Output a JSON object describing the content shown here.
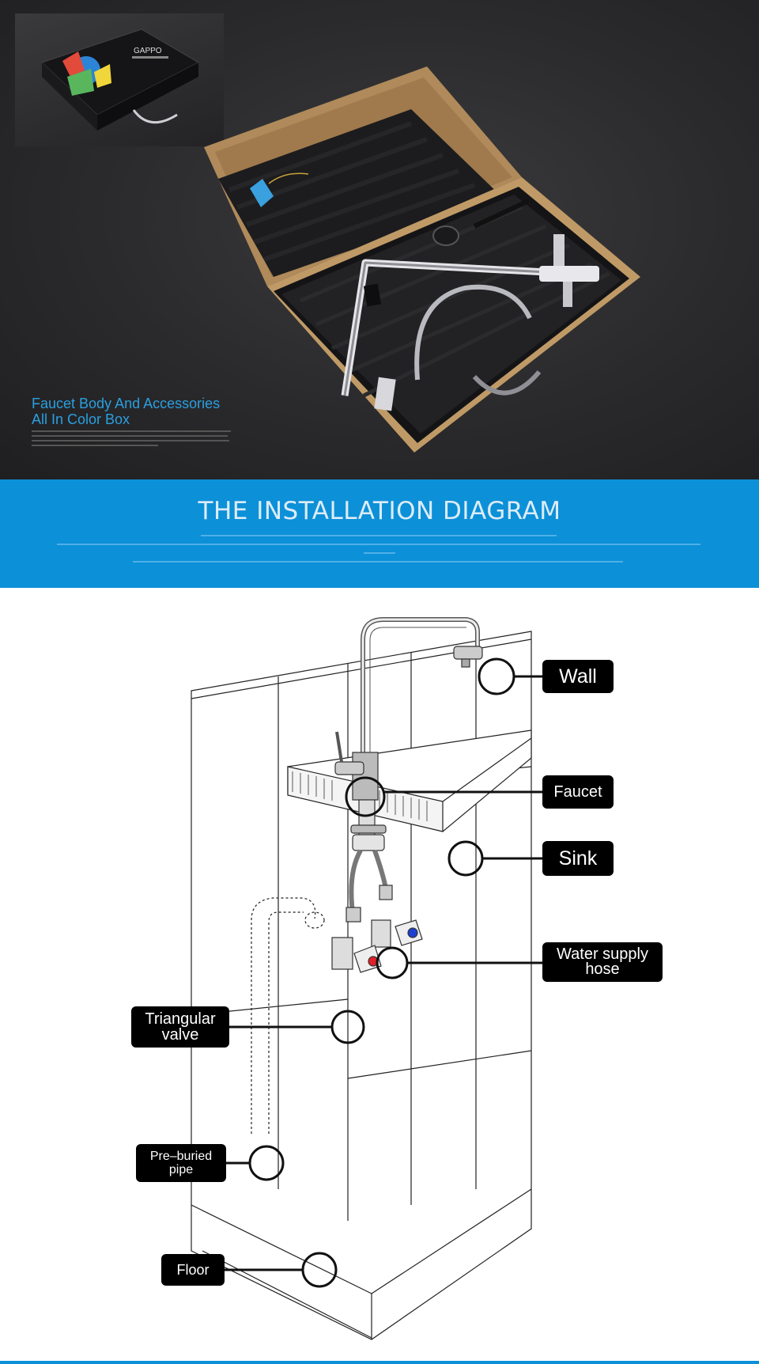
{
  "hero": {
    "headline_line1": "Faucet Body And Accessories",
    "headline_line2": "All In Color Box",
    "box_brand": "GAPPO",
    "colors": {
      "background": "#2a2a2c",
      "headline": "#2a9fe0",
      "cardboard": "#b08a5a"
    }
  },
  "banner": {
    "title": "THE INSTALLATION DIAGRAM",
    "colors": {
      "background": "#0c90d8",
      "title": "#dcecf7"
    }
  },
  "diagram": {
    "labels": {
      "wall": "Wall",
      "faucet": "Faucet",
      "sink": "Sink",
      "water_supply_hose_line1": "Water supply",
      "water_supply_hose_line2": "hose",
      "triangular_valve_line1": "Triangular",
      "triangular_valve_line2": "valve",
      "pre_buried_pipe_line1": "Pre–buried",
      "pre_buried_pipe_line2": "pipe",
      "floor": "Floor"
    },
    "colors": {
      "label_bg": "#000000",
      "label_text": "#ffffff",
      "hot_mark": "#e0202a",
      "cold_mark": "#1c3fd0"
    }
  }
}
